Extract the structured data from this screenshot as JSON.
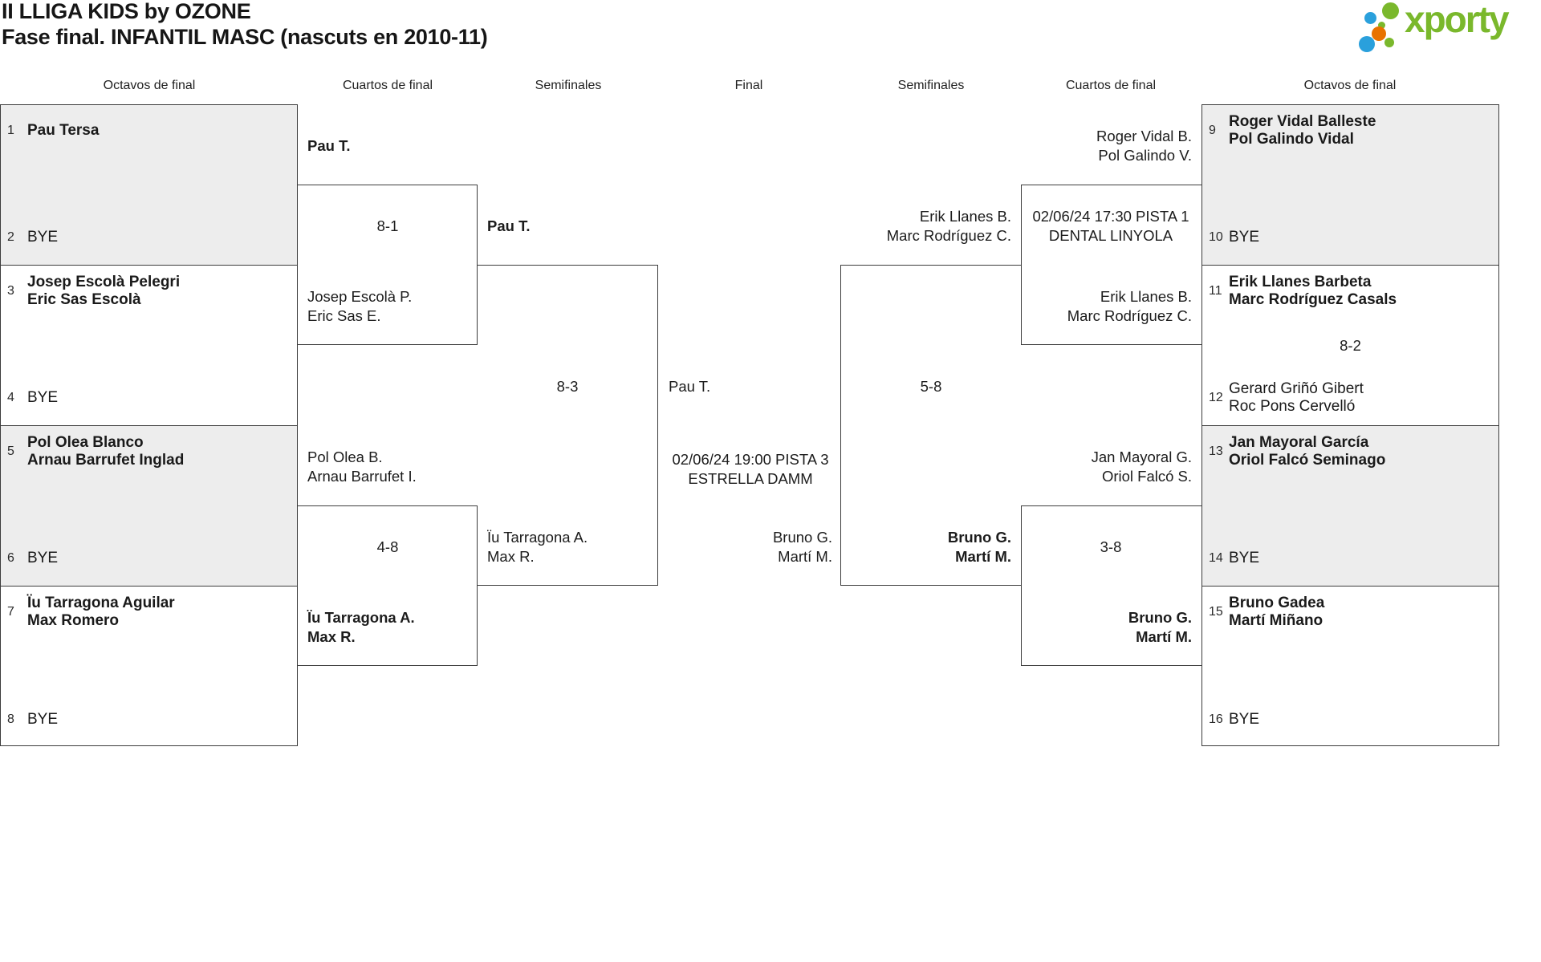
{
  "title": {
    "line1": "II LLIGA KIDS by OZONE",
    "line2": "Fase final. INFANTIL MASC (nascuts en 2010-11)"
  },
  "logo": {
    "text": "xporty"
  },
  "colors": {
    "background": "#ffffff",
    "line": "#3c3c3c",
    "text": "#1c1c1c",
    "box_fill_alt": "#ededed",
    "logo_green": "#7ab82c",
    "logo_blue": "#2aa0dc",
    "logo_orange": "#e87200"
  },
  "round_headers": [
    "Octavos de final",
    "Cuartos de final",
    "Semifinales",
    "Final",
    "Semifinales",
    "Cuartos de final",
    "Octavos de final"
  ],
  "octavos_left": [
    {
      "seed1": "1",
      "team1": "Pau Tersa",
      "seed2": "2",
      "team2": "BYE"
    },
    {
      "seed1": "3",
      "team1": "Josep Escolà Pelegri\nEric Sas Escolà",
      "seed2": "4",
      "team2": "BYE"
    },
    {
      "seed1": "5",
      "team1": "Pol Olea Blanco\nArnau Barrufet Inglad",
      "seed2": "6",
      "team2": "BYE"
    },
    {
      "seed1": "7",
      "team1": "Ïu Tarragona Aguilar\nMax Romero",
      "seed2": "8",
      "team2": "BYE"
    }
  ],
  "octavos_right": [
    {
      "seed1": "9",
      "team1": "Roger Vidal Balleste\nPol Galindo Vidal",
      "seed2": "10",
      "team2": "BYE"
    },
    {
      "seed1": "11",
      "team1": "Erik Llanes Barbeta\nMarc Rodríguez Casals",
      "score": "8-2",
      "seed2": "12",
      "team2": "Gerard Griñó Gibert\nRoc Pons Cervelló"
    },
    {
      "seed1": "13",
      "team1": "Jan Mayoral García\nOriol Falcó Seminago",
      "seed2": "14",
      "team2": "BYE"
    },
    {
      "seed1": "15",
      "team1": "Bruno Gadea\nMartí Miñano",
      "seed2": "16",
      "team2": "BYE"
    }
  ],
  "quarterfinals_left": [
    {
      "top": "Pau T.",
      "top_winner": true,
      "score": "8-1",
      "bottom": "Josep Escolà P.\nEric Sas E.",
      "bottom_winner": false
    },
    {
      "top": "Pol Olea B.\nArnau Barrufet I.",
      "top_winner": false,
      "score": "4-8",
      "bottom": "Ïu Tarragona A.\nMax R.",
      "bottom_winner": true
    }
  ],
  "quarterfinals_right": [
    {
      "top": "Roger Vidal B.\nPol Galindo V.",
      "top_winner": false,
      "info": "02/06/24 17:30 PISTA 1\nDENTAL LINYOLA",
      "bottom": "Erik Llanes B.\nMarc Rodríguez C.",
      "bottom_winner": false
    },
    {
      "top": "Jan Mayoral G.\nOriol Falcó S.",
      "top_winner": false,
      "score": "3-8",
      "bottom": "Bruno G.\nMartí M.",
      "bottom_winner": true
    }
  ],
  "semifinal_left": {
    "top": "Pau T.",
    "top_winner": true,
    "score": "8-3",
    "bottom": "Ïu Tarragona A.\nMax R.",
    "bottom_winner": false
  },
  "semifinal_right": {
    "top": "Erik Llanes B.\nMarc Rodríguez C.",
    "top_winner": false,
    "score": "5-8",
    "bottom": "Bruno G.\nMartí M.",
    "bottom_winner": true
  },
  "final": {
    "left": "Pau T.",
    "info": "02/06/24 19:00 PISTA 3\nESTRELLA DAMM",
    "right": "Bruno G.\nMartí M."
  }
}
